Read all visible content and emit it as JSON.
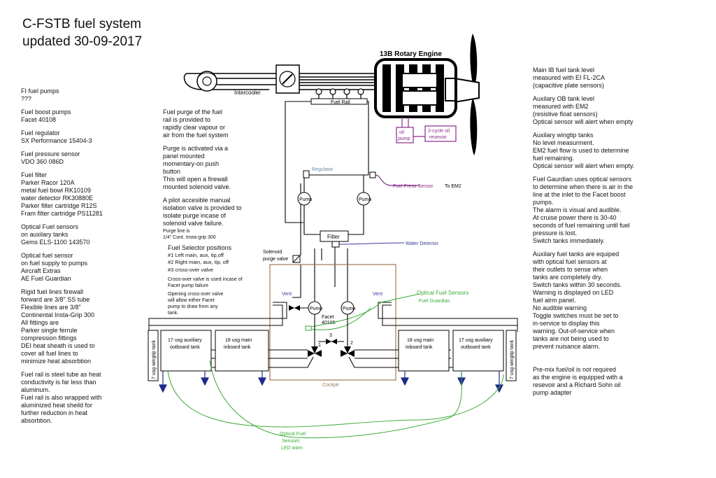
{
  "title": [
    "C-FSTB fuel system",
    "updated 30-09-2017"
  ],
  "left_notes": [
    [
      "FI fuel pumps",
      "???"
    ],
    [
      "Fuel boost pumps",
      "Facet 40108"
    ],
    [
      "Fuel regulator",
      "SX Performance 15404-3"
    ],
    [
      "Fuel pressure sensor",
      "VDO 360 086D"
    ],
    [
      "Fuel filter",
      "Parker Racor 120A",
      "metal fuel bowl RK10109",
      "water detector RK30880E",
      "Parker filter cartridge R12S",
      "Fram filter cartridge PS11281"
    ],
    [
      "Optical Fuel sensors",
      "on auxilary tanks",
      "Gems ELS-1100 143570"
    ],
    [
      "Optical fuel sensor",
      "on fuel supply to pumps",
      "Aircraft Extras",
      "AE Fuel Guardian"
    ],
    [
      "Rigid fuel lines firewall",
      "forward are 3/8\" SS tube",
      "Flexible lines are 3/8\"",
      "Continental Insta-Grip 300",
      "All fittings are",
      "Parker single ferrule",
      "compression fittings",
      "DEI heat sheath is used to",
      "cover all fuel lines to",
      "minimize heat absorbtion"
    ],
    [
      "Fuel rail is steel tube as heat",
      "conductivity is far less than",
      "aluminum.",
      "Fuel rail is also wrapped with",
      "aluminized heat sheild for",
      "further reduction in heat",
      "absorbtion."
    ]
  ],
  "mid_notes": [
    [
      "Fuel purge of the fuel",
      "rail is provided to",
      "rapidly clear vapour or",
      "air from the fuel system"
    ],
    [
      "Purge is activated via a",
      "panel mounted",
      "momentary-on push",
      "button",
      "This will open a firewall",
      "mounted solenoid valve."
    ],
    [
      "A pilot accesible manual",
      "isolation valve is provided to",
      "isolate purge incase of",
      "solenoid valve failure."
    ]
  ],
  "purge_line": [
    "Purge line is",
    "1/4\" Cont. Insta-grip 300"
  ],
  "right_notes": [
    [
      "Main IB fuel tank level",
      "measured with EI FL-2CA",
      "(capacitive plate sensors)"
    ],
    [
      "Auxilary OB tank level",
      "measured with EM2",
      "(resistive float sensors)",
      "Optical sensor will alert when empty"
    ],
    [
      "Auxilary wingtip tanks",
      "No level measurment.",
      "EM2 fuel flow is used to determine",
      "fuel remaining.",
      "Optical sensor will alert when empty."
    ],
    [
      "Fuel Gaurdian uses optical sensors",
      "to determine when there is air in the",
      "line at the inlet to the Facet boost",
      "pumps.",
      "The alarm is visual and audible.",
      "At cruise power there is 30-40",
      "seconds of fuel remaining until fuel",
      "pressure is lost.",
      "Switch tanks immediately."
    ],
    [
      "Auxilary fuel tanks are equiped",
      "with optical fuel sensors at",
      "their outlets to sense when",
      "tanks are completely dry.",
      "Switch tanks within 30 seconds.",
      "Warning is displayed on LED",
      "fuel alrm panel.",
      "No audible warning",
      "Toggle switches must be set to",
      "in-service to display this",
      "warning. Out-of-service when",
      "tanks are not being used to",
      "prevent nuisance alarm."
    ],
    [
      "Pre-mix fuel/oil is not required",
      "as the engine is equipped with a",
      "resevoir and a Richard Sohn oil",
      "pump adapter"
    ]
  ],
  "selector": {
    "title": "Fuel Selector positions",
    "positions": [
      "#1 Left main, aux, tip,off",
      "#2 Right main, aux, tip, off",
      "#3 cross-over valve"
    ],
    "note1": [
      "Cross-over valve is used incase of",
      "Facet pump failure"
    ],
    "note2": [
      "Opening cross-over valve",
      "will allow either Facet",
      "pump to draw from any",
      "tank."
    ]
  },
  "labels": {
    "engine": "13B Rotary Engine",
    "intercooler": "Intercooler",
    "fuel_rail": "Fuel Rail",
    "oil_pump": [
      "oil",
      "pump"
    ],
    "oil_reservoir": [
      "2-cycle oil",
      "resevoir"
    ],
    "regulator": "Regulator",
    "press_sensor": "Fuel Press Sensor",
    "to_em2": "To EM2",
    "pump": "Pump",
    "filter": "Filter",
    "water_detector": "Water Detector",
    "solenoid": [
      "Solenoid",
      "purge valve"
    ],
    "vent": "Vent",
    "optical_sensors": "Optical Fuel Sensors",
    "fuel_guardian": "Fuel Guardian",
    "facet": [
      "Facet",
      "40108"
    ],
    "tank_left_aux": [
      "17 usg auxiliary",
      "outboard tank"
    ],
    "tank_left_main": [
      "18 usg main",
      "inboard tank"
    ],
    "tank_right_main": [
      "18 usg main",
      "inboard tank"
    ],
    "tank_right_aux": [
      "17 usg auxiliary",
      "outboard tank"
    ],
    "wingtip": "7 usg wingtip tank",
    "cockpit": "Cockpit",
    "led_warn": [
      "Optical Fuel",
      "Sensors",
      "LED warn"
    ],
    "valve_1": "1",
    "valve_2": "2",
    "valve_3": "3"
  },
  "colors": {
    "line": "#000000",
    "sensor_green": "#3aaa35",
    "purple": "#8b2a8b",
    "water_blue": "#3a3aa0",
    "cockpit_brown": "#a07850",
    "drain_blue": "#1f2a8c",
    "regulator_gray": "#6a8aa0"
  }
}
